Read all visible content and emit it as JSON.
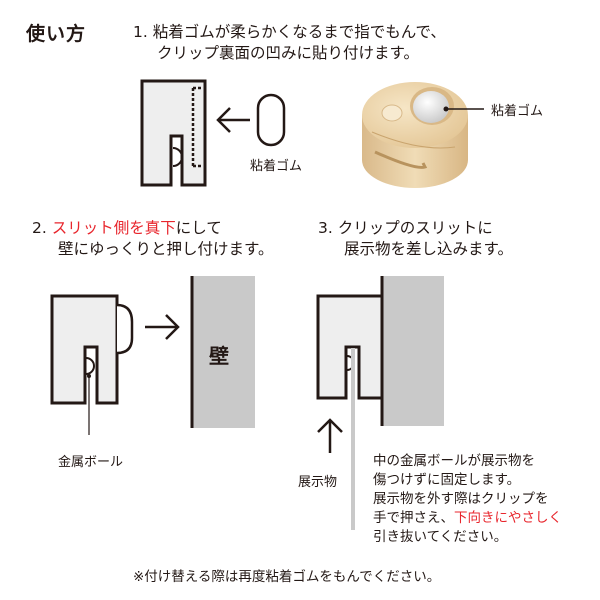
{
  "title": "使い方",
  "step1": {
    "number": "1.",
    "line1": "粘着ゴムが柔らかくなるまで指でもんで、",
    "line2": "クリップ裏面の凹みに貼り付けます。",
    "label_gum_left": "粘着ゴム",
    "label_gum_photo": "粘着ゴム"
  },
  "step2": {
    "number": "2.",
    "line1_red": "スリット側を真下",
    "line1_rest": "にして",
    "line2": "壁にゆっくりと押し付けます。",
    "wall_label": "壁",
    "ball_label": "金属ボール"
  },
  "step3": {
    "number": "3.",
    "line1": "クリップのスリットに",
    "line2": "展示物を差し込みます。",
    "item_label": "展示物",
    "note_lines": [
      "中の金属ボールが展示物を",
      "傷つけずに固定します。",
      "展示物を外す際はクリップを"
    ],
    "note_line4_prefix": "手で押さえ、",
    "note_line4_red": "下向きにやさしく",
    "note_line5": "引き抜いてください。"
  },
  "footer": "※付け替える際は再度粘着ゴムをもんでください。",
  "colors": {
    "ink": "#231815",
    "accent_red": "#e8262d",
    "clip_fill": "#eeeeee",
    "wall_gray": "#c9c9c9",
    "wood": "#e8cfa3"
  }
}
